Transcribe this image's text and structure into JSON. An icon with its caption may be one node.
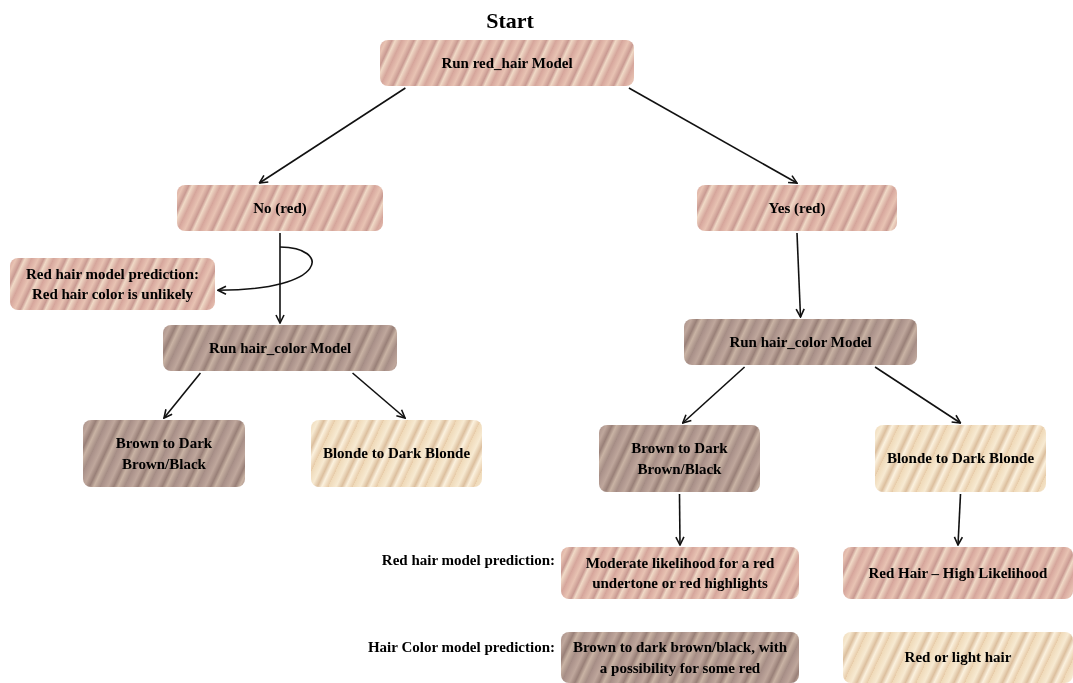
{
  "diagram": {
    "title": "Start",
    "nodes": [
      {
        "text": [
          "Run red_hair Model"
        ]
      },
      {
        "text": [
          "No (red)"
        ]
      },
      {
        "text": [
          "Yes (red)"
        ]
      },
      {
        "text": [
          "Red hair model prediction: Red hair color is unlikely"
        ]
      },
      {
        "text": [
          "Run hair_color Model"
        ]
      },
      {
        "text": [
          "Run hair_color Model"
        ]
      },
      {
        "text": [
          "Brown to Dark Brown/Black"
        ]
      },
      {
        "text": [
          "Blonde to Dark Blonde"
        ]
      },
      {
        "text": [
          "Brown to Dark Brown/Black"
        ]
      },
      {
        "text": [
          "Blonde to Dark Blonde"
        ]
      },
      {
        "text": [
          "Moderate likelihood for a red undertone or red highlights"
        ]
      },
      {
        "text": [
          "Red Hair – High Likelihood"
        ]
      },
      {
        "text": [
          "Brown to dark brown/black, with a possibility for some red"
        ]
      },
      {
        "text": [
          "Red or light hair"
        ]
      }
    ],
    "edges": [
      {
        "from": 0,
        "to": 1,
        "arrow": "to"
      },
      {
        "from": 0,
        "to": 2,
        "arrow": "to"
      },
      {
        "from": 1,
        "to": 3,
        "arrow": "to"
      },
      {
        "from": 1,
        "to": 4,
        "arrow": "to"
      },
      {
        "from": 2,
        "to": 5,
        "arrow": "to"
      },
      {
        "from": 4,
        "to": 6,
        "arrow": "to"
      },
      {
        "from": 4,
        "to": 7,
        "arrow": "to"
      },
      {
        "from": 5,
        "to": 8,
        "arrow": "to"
      },
      {
        "from": 5,
        "to": 9,
        "arrow": "to"
      },
      {
        "from": 8,
        "to": 10,
        "arrow": "to"
      },
      {
        "from": 9,
        "to": 11,
        "arrow": "to"
      }
    ],
    "labels": [
      "Red hair model prediction:",
      "Hair Color model prediction:"
    ]
  }
}
